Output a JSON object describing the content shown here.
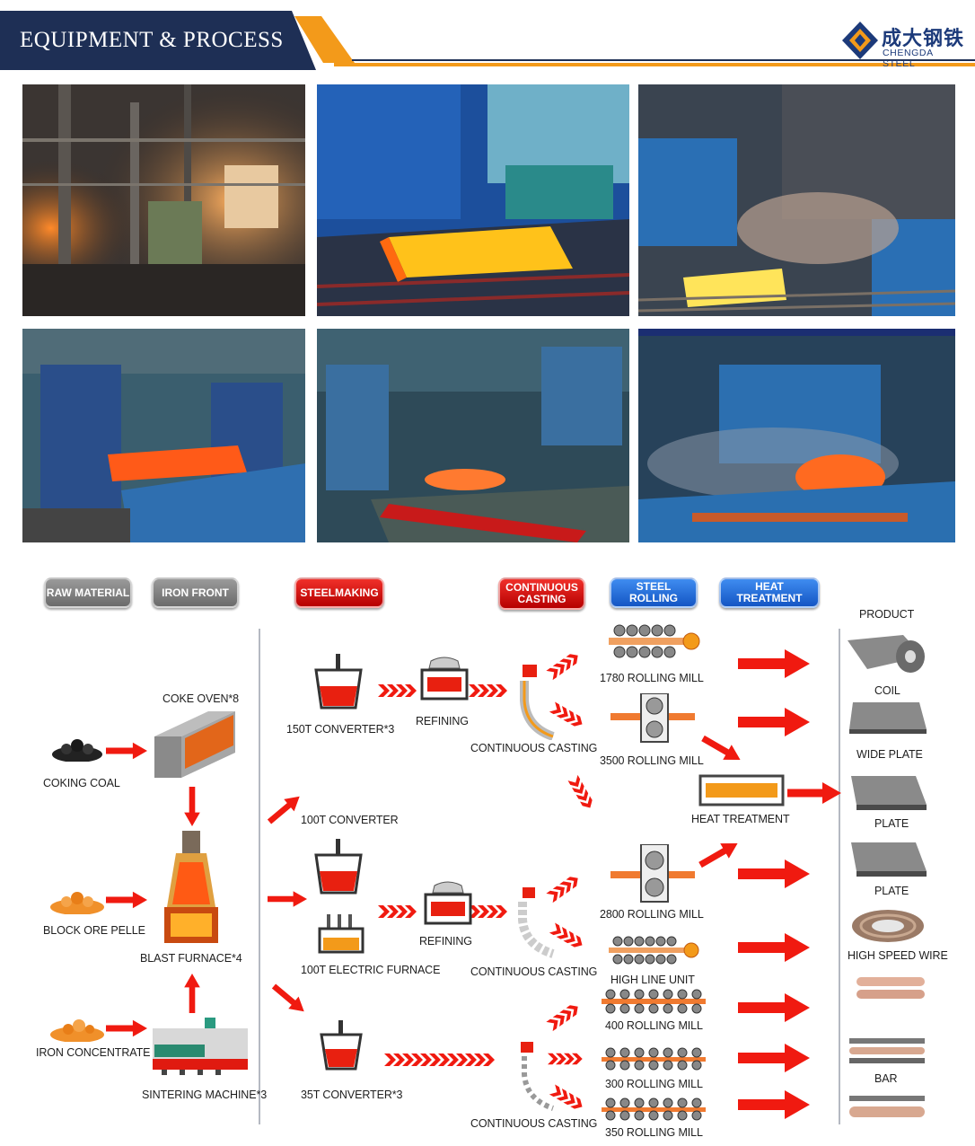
{
  "header": {
    "title": "EQUIPMENT & PROCESS",
    "logo_cn": "成大钢铁",
    "logo_en": "CHENGDA STEEL"
  },
  "colors": {
    "banner_navy": "#1e2f55",
    "accent_orange": "#f39a1a",
    "flow_red": "#f01a10",
    "stage_gray": "#808080",
    "stage_red": "#d40f0a",
    "stage_blue": "#2a6fdb"
  },
  "photos": [
    {
      "name": "blast-furnace-photo"
    },
    {
      "name": "hot-slab-transfer-photo"
    },
    {
      "name": "plate-quenching-photo"
    },
    {
      "name": "roughing-mill-photo"
    },
    {
      "name": "rolling-line-photo"
    },
    {
      "name": "hot-strip-steam-photo"
    }
  ],
  "flow": {
    "stages": {
      "raw_material": "RAW MATERIAL",
      "iron_front": "IRON FRONT",
      "steelmaking": "STEELMAKING",
      "continuous_casting": "CONTINUOUS CASTING",
      "steel_rolling": "STEEL ROLLING",
      "heat_treatment": "HEAT TREATMENT"
    },
    "labels": {
      "coke_oven": "COKE OVEN*8",
      "coking_coal": "COKING COAL",
      "block_ore": "BLOCK ORE PELLE",
      "blast_furnace": "BLAST FURNACE*4",
      "iron_concentrate": "IRON CONCENTRATE",
      "sintering_machine": "SINTERING MACHINE*3",
      "converter_150t": "150T CONVERTER*3",
      "refining_1": "REFINING",
      "continuous_casting_1": "CONTINUOUS CASTING",
      "converter_100t": "100T CONVERTER",
      "refining_2": "REFINING",
      "electric_furnace_100t": "100T  ELECTRIC FURNACE",
      "continuous_casting_2": "CONTINUOUS CASTING",
      "converter_35t": "35T CONVERTER*3",
      "continuous_casting_3": "CONTINUOUS CASTING",
      "mill_1780": "1780 ROLLING MILL",
      "mill_3500": "3500 ROLLING MILL",
      "heat_treatment": "HEAT TREATMENT",
      "mill_2800": "2800 ROLLING MILL",
      "high_line_unit": "HIGH LINE UNIT",
      "mill_400": "400 ROLLING MILL",
      "mill_300": "300 ROLLING MILL",
      "mill_350": "350 ROLLING MILL"
    },
    "products": {
      "heading": "PRODUCT",
      "coil": "COIL",
      "wide_plate": "WIDE PLATE",
      "plate_1": "PLATE",
      "plate_2": "PLATE",
      "high_speed_wire": "HIGH SPEED WIRE",
      "bar": "BAR"
    }
  }
}
